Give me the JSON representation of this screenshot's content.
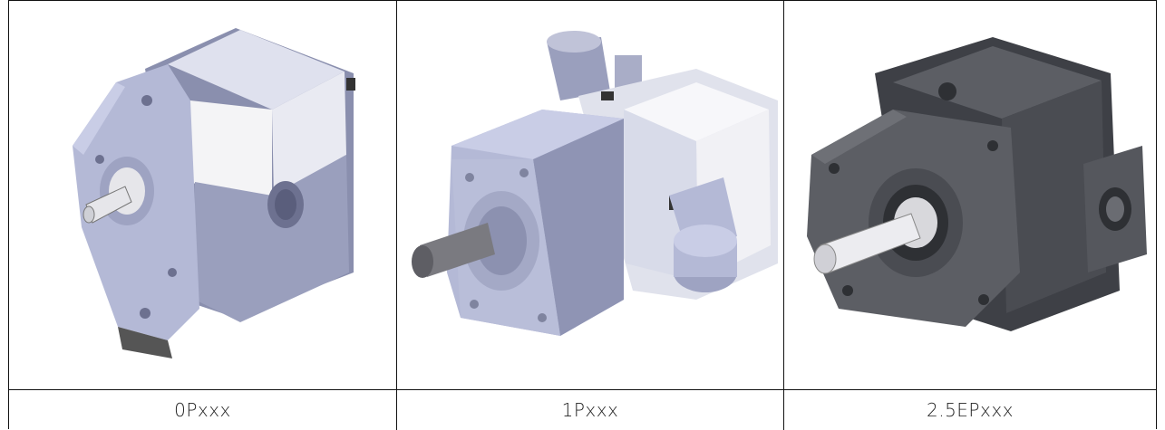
{
  "products": [
    {
      "label": "0Pxxx",
      "image": "gear-pump-group-0"
    },
    {
      "label": "1Pxxx",
      "image": "gear-pump-group-1"
    },
    {
      "label": "2.5EPxxx",
      "image": "gear-pump-group-2-5"
    }
  ],
  "colors": {
    "light_body": "#c9cde6",
    "light_face": "#b4b9d6",
    "light_dark": "#8a8fae",
    "white_band": "#f4f4f6",
    "dark_body": "#4a4c52",
    "dark_face": "#5c5e64",
    "shaft": "#e6e6ea"
  }
}
